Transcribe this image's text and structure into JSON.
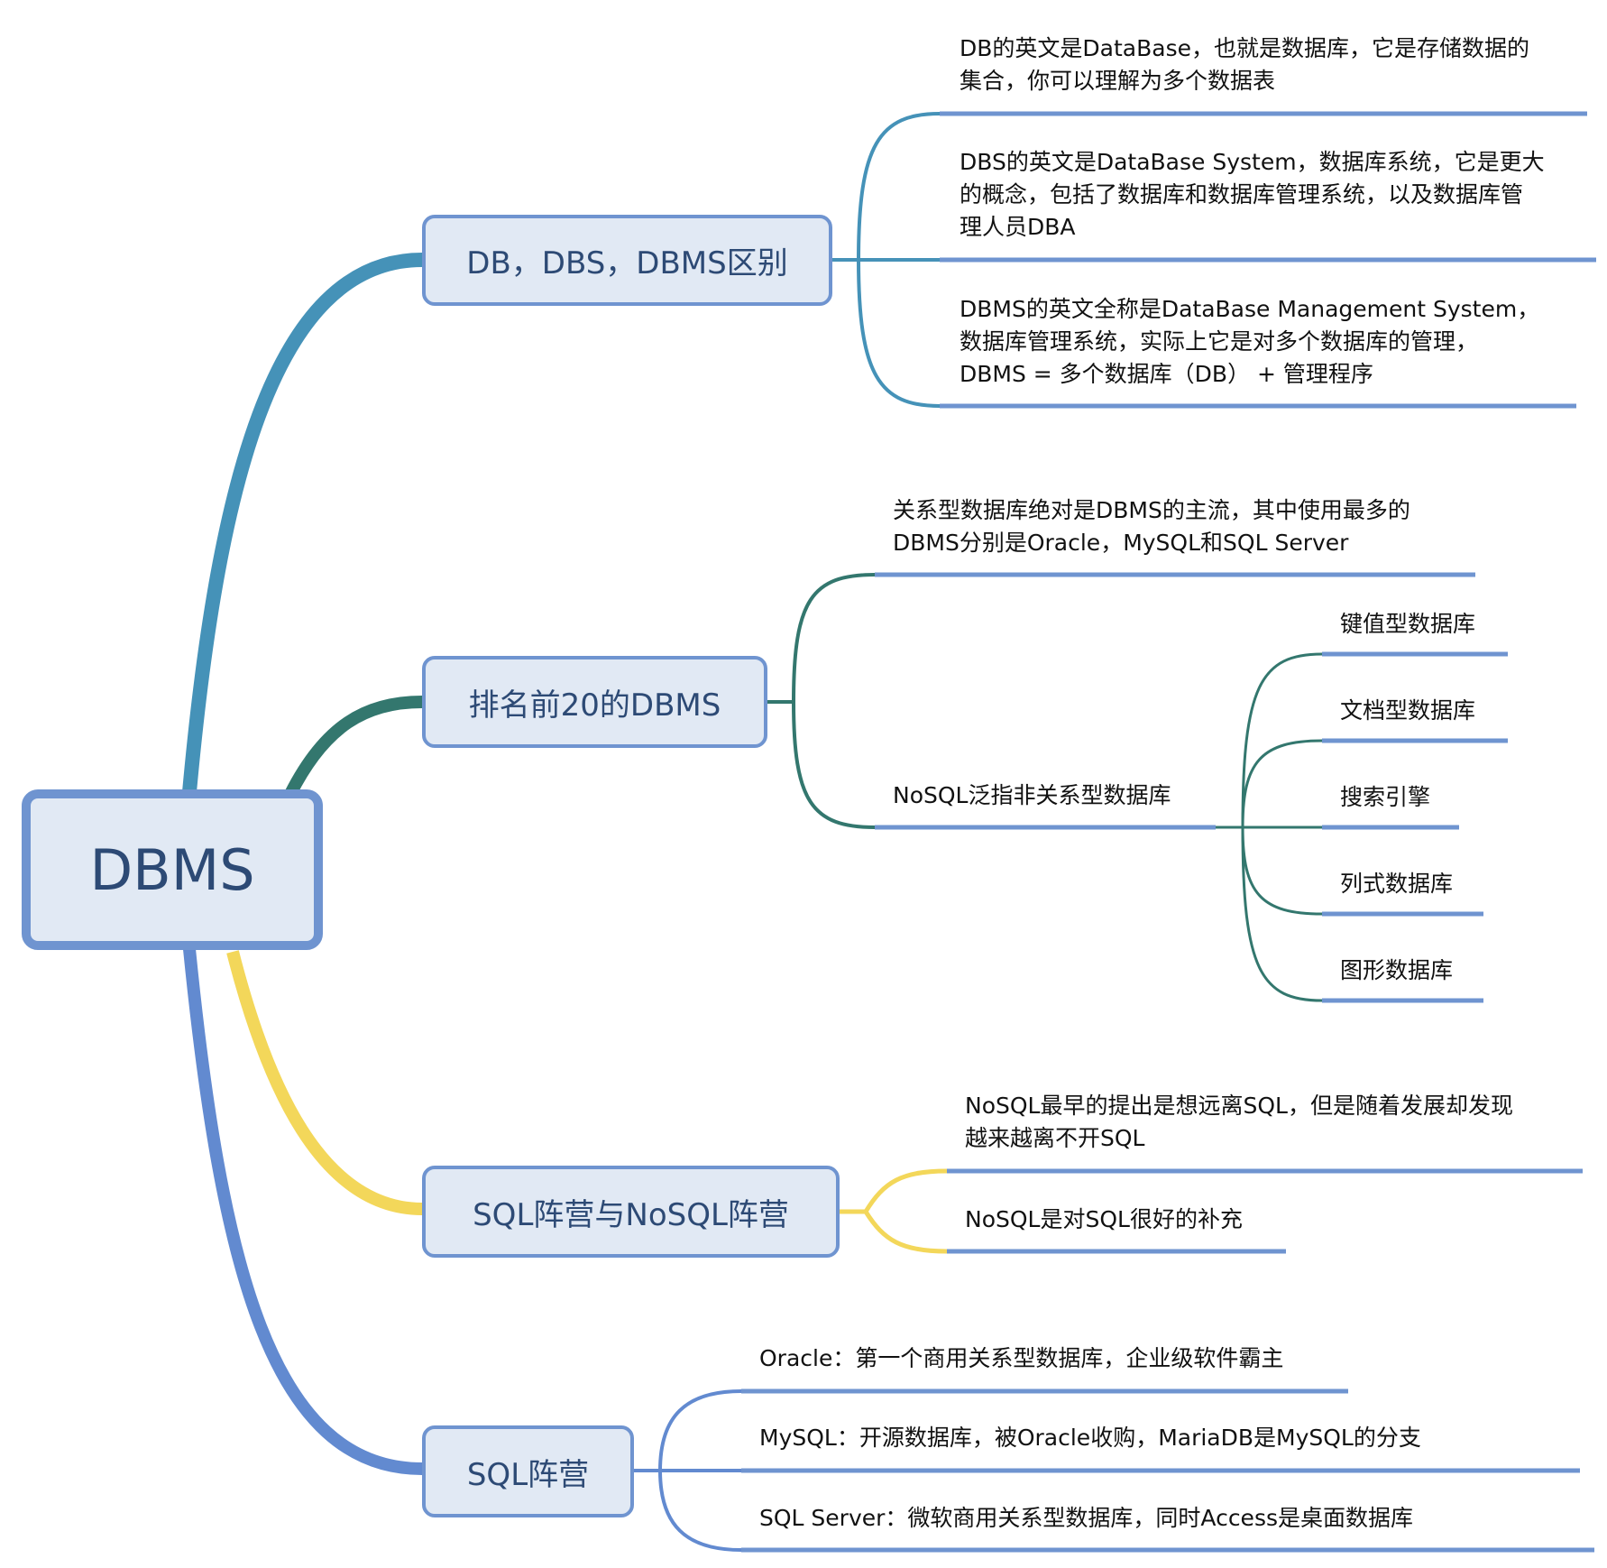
{
  "root": {
    "label": "DBMS"
  },
  "branches": [
    {
      "label": "DB，DBS，DBMS区别",
      "color": "#4592b8",
      "items": [
        {
          "lines": [
            "DB的英文是DataBase，也就是数据库，它是存储数据的",
            "集合，你可以理解为多个数据表"
          ]
        },
        {
          "lines": [
            "DBS的英文是DataBase System，数据库系统，它是更大",
            "的概念，包括了数据库和数据库管理系统，以及数据库管",
            "理人员DBA"
          ]
        },
        {
          "lines": [
            "DBMS的英文全称是DataBase Management System，",
            "数据库管理系统，实际上它是对多个数据库的管理，",
            "DBMS = 多个数据库（DB） + 管理程序"
          ]
        }
      ]
    },
    {
      "label": "排名前20的DBMS",
      "color": "#33776e",
      "items": [
        {
          "lines": [
            "关系型数据库绝对是DBMS的主流，其中使用最多的",
            "DBMS分别是Oracle，MySQL和SQL Server"
          ]
        },
        {
          "lines": [
            "NoSQL泛指非关系型数据库"
          ],
          "children": [
            {
              "label": "键值型数据库"
            },
            {
              "label": "文档型数据库"
            },
            {
              "label": "搜索引擎"
            },
            {
              "label": "列式数据库"
            },
            {
              "label": "图形数据库"
            }
          ]
        }
      ]
    },
    {
      "label": "SQL阵营与NoSQL阵营",
      "color": "#f3d75a",
      "items": [
        {
          "lines": [
            "NoSQL最早的提出是想远离SQL，但是随着发展却发现",
            "越来越离不开SQL"
          ]
        },
        {
          "lines": [
            "NoSQL是对SQL很好的补充"
          ]
        }
      ]
    },
    {
      "label": "SQL阵营",
      "color": "#628ad0",
      "items": [
        {
          "lines": [
            "Oracle：第一个商用关系型数据库，企业级软件霸主"
          ]
        },
        {
          "lines": [
            "MySQL：开源数据库，被Oracle收购，MariaDB是MySQL的分支"
          ]
        },
        {
          "lines": [
            "SQL Server：微软商用关系型数据库，同时Access是桌面数据库"
          ]
        }
      ]
    }
  ],
  "colors": {
    "node_fill": "#e1e9f4",
    "node_border": "#6f94d0",
    "underline": "#6f94d0"
  }
}
